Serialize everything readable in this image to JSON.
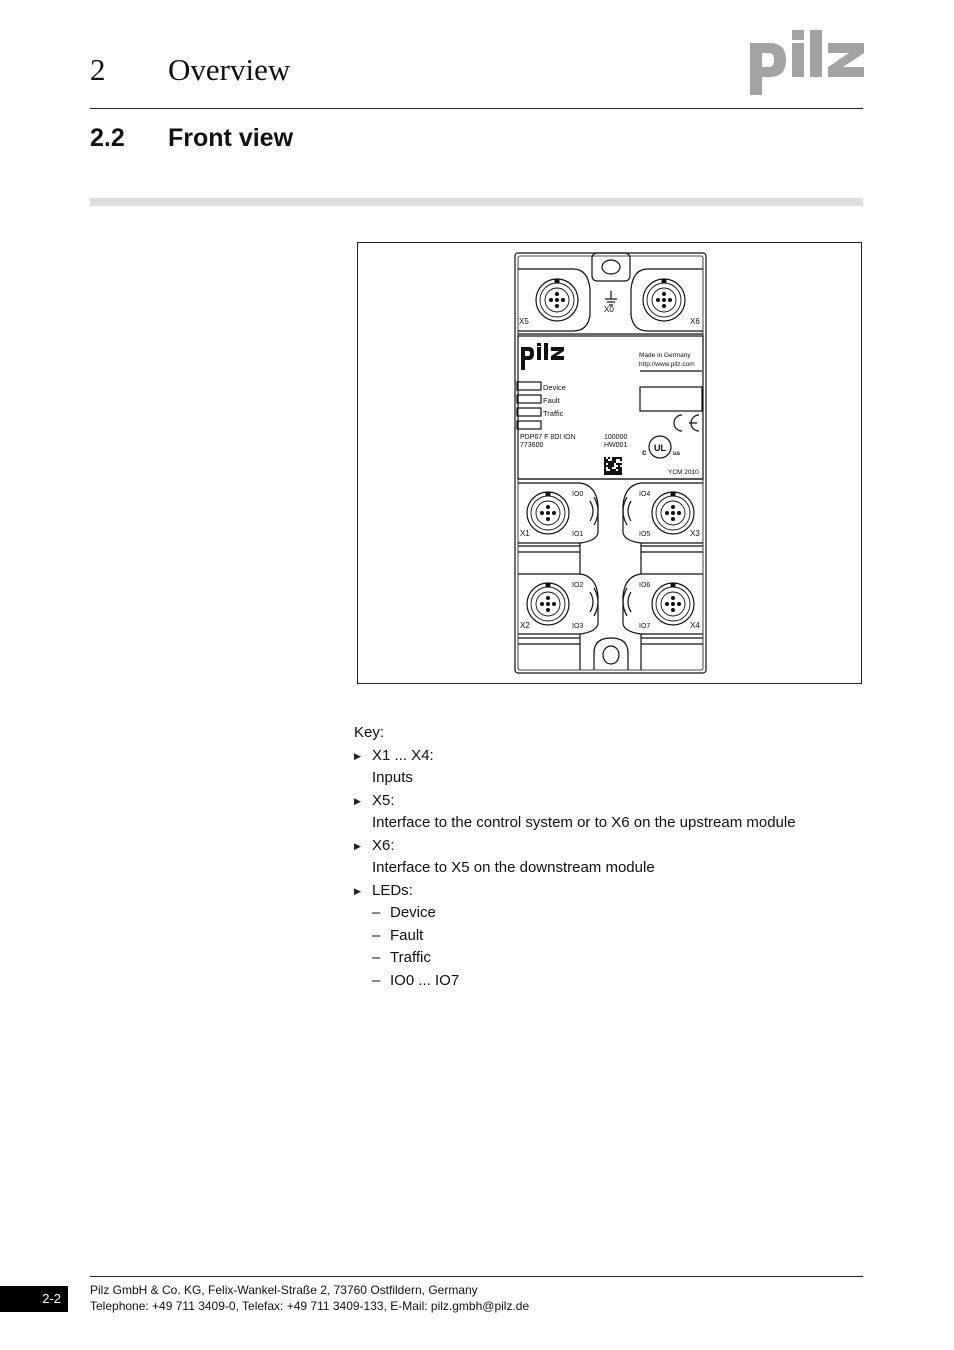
{
  "header": {
    "chapter_number": "2",
    "chapter_title": "Overview",
    "logo_text": "pilz"
  },
  "section": {
    "number": "2.2",
    "title": "Front view"
  },
  "figure": {
    "connectors": {
      "x0": "X0",
      "x5": "X5",
      "x6": "X6",
      "x1": "X1",
      "x2": "X2",
      "x3": "X3",
      "x4": "X4"
    },
    "io_labels": {
      "io0": "IO0",
      "io1": "IO1",
      "io2": "IO2",
      "io3": "IO3",
      "io4": "IO4",
      "io5": "IO5",
      "io6": "IO6",
      "io7": "IO7"
    },
    "panel_logo": "pilz",
    "made_in": "Made in Germany",
    "url": "http://www.pilz.com",
    "led_device": "Device",
    "led_fault": "Fault",
    "led_traffic": "Traffic",
    "product_name": "PDP67 F 8DI ION",
    "product_number": "773600",
    "serial": "100000",
    "hw_version": "HW001",
    "ce_mark": "CE",
    "ul_c": "c",
    "ul_us": "us",
    "ul_mark": "UL",
    "ycm": "YCM 2010"
  },
  "key": {
    "title": "Key:",
    "items": [
      {
        "label": "X1 ... X4:",
        "desc": "Inputs"
      },
      {
        "label": "X5:",
        "desc": "Interface to the control system or to X6 on the upstream module"
      },
      {
        "label": "X6:",
        "desc": "Interface to X5 on the downstream module"
      },
      {
        "label": "LEDs:",
        "sub": [
          "Device",
          "Fault",
          "Traffic",
          "IO0 ... IO7"
        ]
      }
    ],
    "dash": "–"
  },
  "footer": {
    "page": "2-2",
    "line1": "Pilz GmbH & Co. KG, Felix-Wankel-Straße 2, 73760 Ostfildern, Germany",
    "line2": "Telephone: +49 711 3409-0, Telefax: +49 711 3409-133, E-Mail: pilz.gmbh@pilz.de"
  },
  "colors": {
    "logo_gray": "#a3a3a3",
    "band_gray": "#dedede",
    "ink": "#111111"
  }
}
